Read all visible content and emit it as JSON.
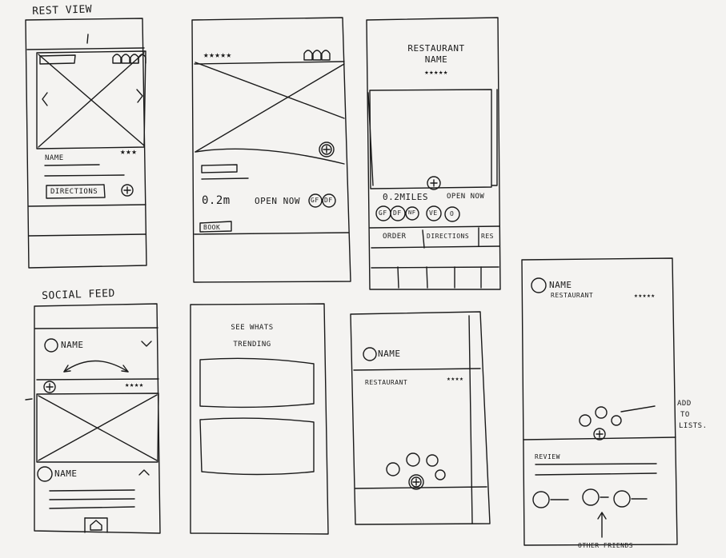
{
  "headings": {
    "rest_view": "REST VIEW",
    "social_feed": "SOCIAL FEED"
  },
  "screen1": {
    "rating": "★★★",
    "name": "NAME",
    "directions_button": "DIRECTIONS"
  },
  "screen2": {
    "rating": "★★★★★",
    "distance": "0.2m",
    "status": "OPEN NOW",
    "tags": [
      "GF",
      "DF"
    ],
    "small_button": "BOOK"
  },
  "screen3": {
    "title_line1": "RESTAURANT",
    "title_line2": "NAME",
    "rating": "★★★★★",
    "distance": "0.2MILES",
    "status": "OPEN NOW",
    "tags": [
      "GF",
      "DF",
      "NF",
      "VE",
      "O"
    ],
    "tabs": [
      "ORDER",
      "DIRECTIONS",
      "RES"
    ]
  },
  "screen5": {
    "top_name": "NAME",
    "rating": "★★★★",
    "bottom_name": "NAME"
  },
  "screen6": {
    "title_line1": "SEE WHATS",
    "title_line2": "TRENDING"
  },
  "screen7": {
    "name": "NAME",
    "restaurant": "RESTAURANT",
    "rating": "★★★★"
  },
  "screen8": {
    "name": "NAME",
    "restaurant": "RESTAURANT",
    "rating": "★★★★★",
    "review_label": "REVIEW",
    "annotation_add": [
      "ADD",
      "TO",
      "LISTS."
    ],
    "annotation_friends": "OTHER FRIENDS"
  }
}
